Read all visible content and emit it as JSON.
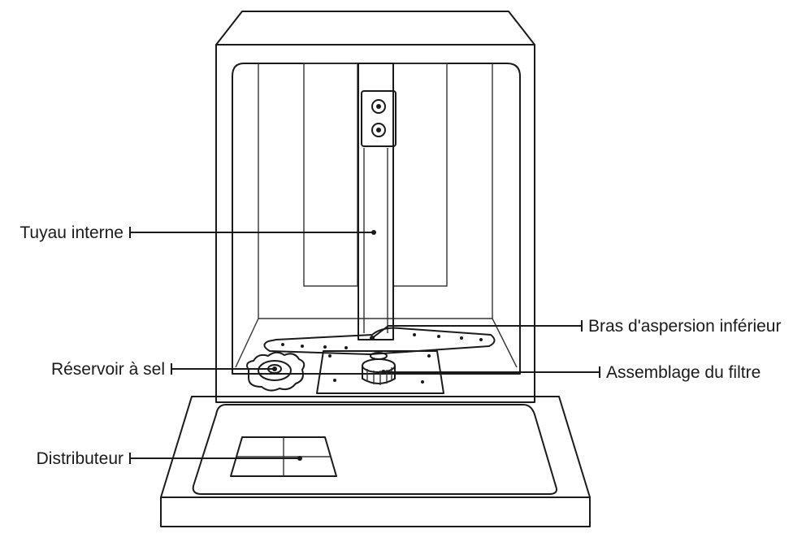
{
  "labels": {
    "internal_pipe": "Tuyau interne",
    "salt_reservoir": "Réservoir à sel",
    "dispenser": "Distributeur",
    "lower_spray_arm": "Bras d'aspersion inférieur",
    "filter_assembly": "Assemblage du filtre"
  },
  "colors": {
    "line": "#1a1a1a",
    "background": "#ffffff"
  }
}
